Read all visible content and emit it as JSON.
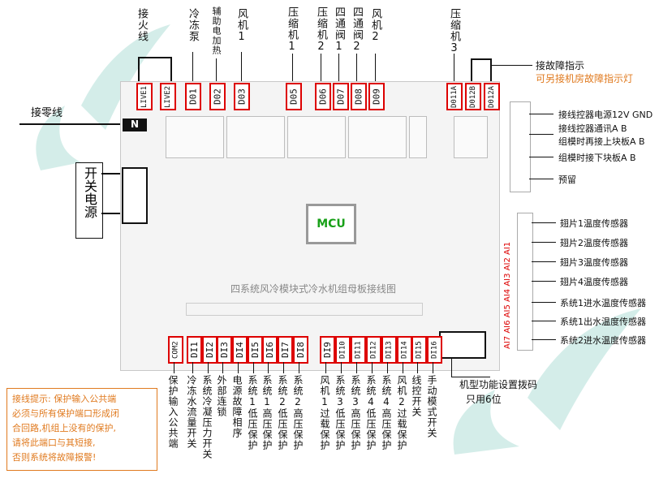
{
  "top_labels": {
    "live": "接火线",
    "freeze_pump": "冷冻泵",
    "aux_heat": "辅助电加热",
    "fan1": "风机1",
    "comp1": "压缩机1",
    "comp2": "压缩机2",
    "valve1": "四通阀1",
    "valve2": "四通阀2",
    "fan2": "风机2",
    "comp3": "压缩机3"
  },
  "terminals_top": [
    "LIVE1",
    "LIVE2",
    "D01",
    "D02",
    "D03",
    "D05",
    "D06",
    "D07",
    "D08",
    "D09",
    "D011A",
    "D012B",
    "D012A"
  ],
  "terminals_bottom": [
    "COM2",
    "DI1",
    "DI2",
    "DI3",
    "DI4",
    "DI5",
    "DI6",
    "DI7",
    "DI8",
    "DI9",
    "DI10",
    "DI11",
    "DI12",
    "DI13",
    "DI14",
    "DI15",
    "DI16"
  ],
  "fault_indicator": "接故障指示",
  "fault_note": "可另接机房故障指示灯",
  "neutral": "接零线",
  "n_label": "N",
  "switch_power": "开关电源",
  "mcu": "MCU",
  "board_title": "四系统风冷模块式冷水机组母板接线图",
  "right_labels": {
    "r1": "接线控器电源12V GND",
    "r2a": "接线控器通讯A B",
    "r2b": "组模时再接上块板A B",
    "r3": "组模时接下块板A B",
    "r4": "预留"
  },
  "sensors": {
    "s1": "翅片1温度传感器",
    "s2": "翅片2温度传感器",
    "s3": "翅片3温度传感器",
    "s4": "翅片4温度传感器",
    "s5": "系统1进水温度传感器",
    "s6": "系统1出水温度传感器",
    "s7": "系统2进水温度传感器"
  },
  "sensor_codes": "AI7 AI6 AI5 AI4 AI3 AI2 AI1",
  "dip_label": "机型功能设置拨码",
  "dip_note": "只用6位",
  "bottom_labels": [
    "保护输入公共端",
    "冷冻水流量开关",
    "系统冷凝压力开关",
    "外部连锁",
    "电源故障相序",
    "系统1低压保护",
    "系统1高压保护",
    "系统2低压保护",
    "系统2高压保护",
    "风机1过载保护",
    "系统3低压保护",
    "系统3高压保护",
    "系统4低压保护",
    "系统4高压保护",
    "风机2过载保护",
    "线控开关",
    "手动模式开关"
  ],
  "note": {
    "line1": "接线提示: 保护输入公共端",
    "line2": "必须与所有保护端口形成闭",
    "line3": "合回路,机组上没有的保护,",
    "line4": "请将此端口与其短接,",
    "line5": "否则系统将故障报警!"
  },
  "colors": {
    "red": "#dd0000",
    "green": "#18a018",
    "orange": "#e07a1f"
  }
}
